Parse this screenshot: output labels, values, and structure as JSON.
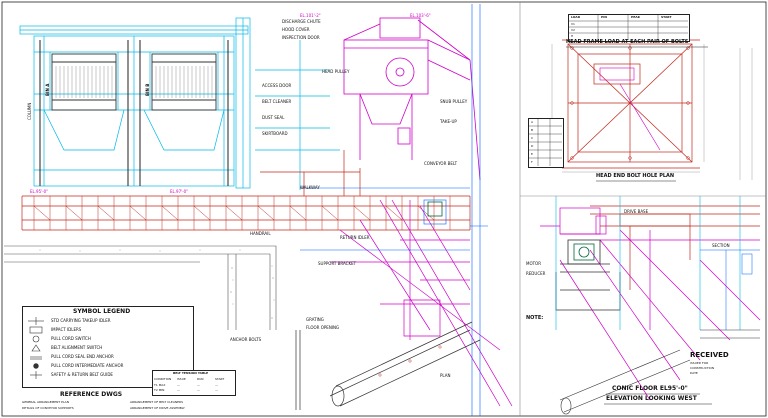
{
  "colors": {
    "structure": "#00b8e8",
    "conveyor": "#d000c8",
    "frame": "#c0281c",
    "steel": "#0060ff",
    "grid": "#d9d9d9",
    "ink": "#111111"
  },
  "drawing": {
    "status_stamp": "RECEIVED",
    "elevation_title": "CONIC FLOOR EL95'-0\"",
    "elevation_subtitle": "ELEVATION LOOKING WEST",
    "head_frame_title": "HEAD FRAME LOAD AT EACH PAIR OF BOLTS",
    "bolt_plan_title": "HEAD END BOLT HOLE PLAN",
    "note_label": "NOTE:",
    "elevation_markers": [
      "EL.95'-0\"",
      "EL.97'-0\"",
      "EL.101'-2\"",
      "EL.103'-6\""
    ]
  },
  "legend": {
    "title": "SYMBOL LEGEND",
    "items": [
      "STD CARRYING TAKEUP IDLER",
      "IMPACT IDLERS",
      "PULL CORD SWITCH",
      "BELT ALIGNMENT SWITCH",
      "PULL CORD SEAL END ANCHOR",
      "PULL CORD INTERMEDIATE ANCHOR",
      "SAFETY & RETURN BELT GUIDE"
    ]
  },
  "reference": {
    "title": "REFERENCE DWGS",
    "rows": [
      "GENERAL ARRANGEMENT PLAN",
      "DETAILS OF CONVEYOR SUPPORTS",
      "ARRANGEMENT OF BELT CLEANERS",
      "ARRANGEMENT OF DRIVE ASSEMBLY"
    ]
  },
  "tension_table": {
    "title": "BELT TENSION TABLE",
    "headers": [
      "CONDITION",
      "ISSUE",
      "RUN",
      "START"
    ],
    "rows": [
      [
        "T1 MAX",
        "—",
        "—",
        "—"
      ],
      [
        "T2 MIN",
        "—",
        "—",
        "—"
      ]
    ]
  },
  "load_table": {
    "headers": [
      "LOAD",
      "PIN",
      "PEAK",
      "START"
    ],
    "rows": [
      [
        "V1",
        "",
        "",
        ""
      ],
      [
        "V2",
        "",
        "",
        ""
      ],
      [
        "H",
        "",
        "",
        ""
      ]
    ]
  },
  "bolt_table": {
    "rows": [
      "A",
      "B",
      "C",
      "D",
      "E",
      "F"
    ]
  },
  "callouts": {
    "discharge_chute": "DISCHARGE CHUTE",
    "head_pulley": "HEAD PULLEY",
    "belt_cleaner": "BELT CLEANER",
    "snub_pulley": "SNUB PULLEY",
    "skirtboard": "SKIRTBOARD",
    "dust_seal": "DUST SEAL",
    "walkway": "WALKWAY",
    "handrail": "HANDRAIL",
    "hood_cover": "HOOD COVER",
    "take_up": "TAKE-UP",
    "drive_base": "DRIVE BASE",
    "motor": "MOTOR",
    "reducer": "REDUCER",
    "support_bracket": "SUPPORT BRACKET",
    "anchor_bolts": "ANCHOR BOLTS",
    "grating": "GRATING",
    "access_door": "ACCESS DOOR",
    "inspection_door": "INSPECTION DOOR",
    "conveyor_belt": "CONVEYOR BELT",
    "return_idler": "RETURN IDLER",
    "bin_a": "BIN A",
    "bin_b": "BIN B",
    "column": "COLUMN",
    "floor_opening": "FLOOR OPENING",
    "plan_label": "PLAN",
    "section_label": "SECTION"
  },
  "revision_block": {
    "lines": [
      "ISSUED FOR",
      "CONSTRUCTION",
      "DATE"
    ]
  }
}
